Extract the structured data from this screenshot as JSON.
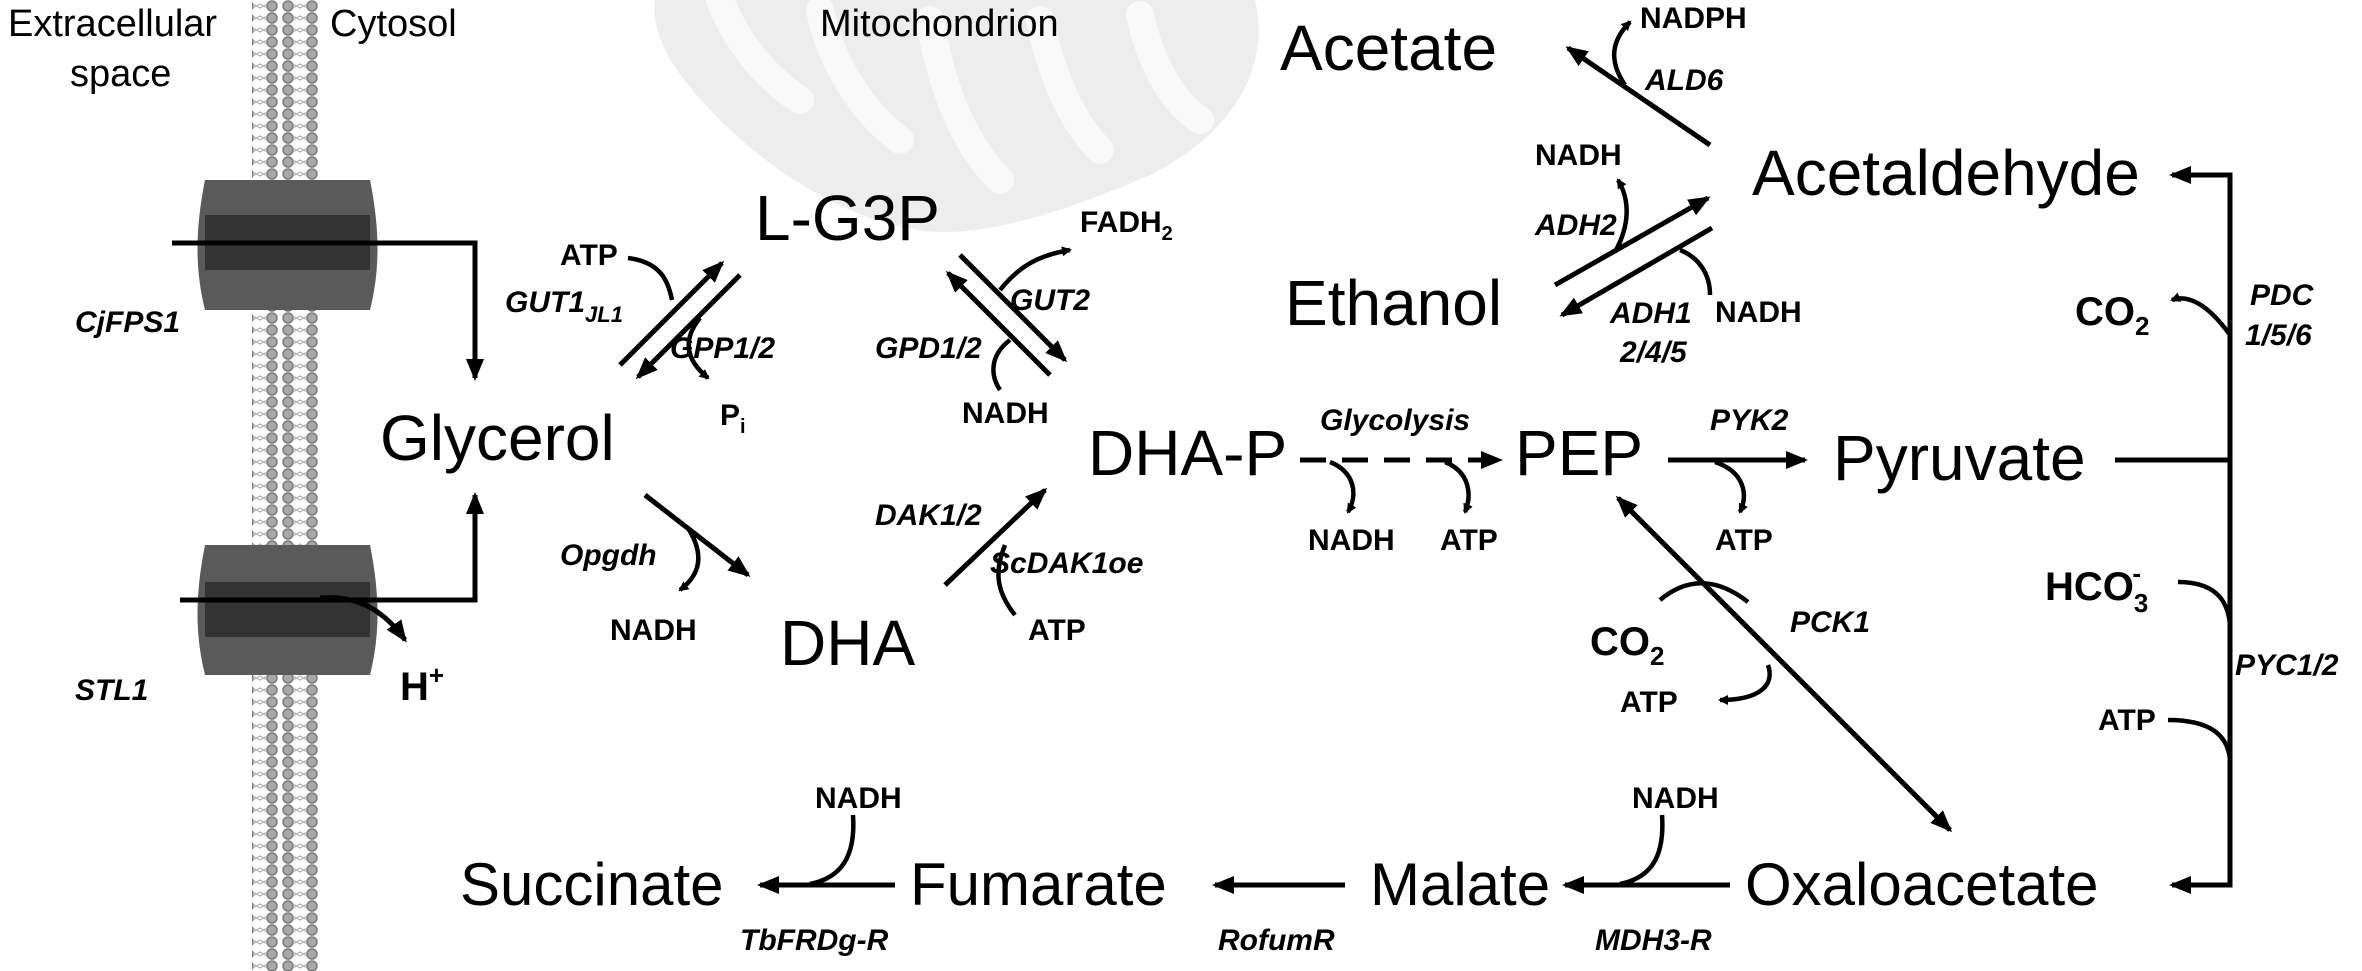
{
  "regions": {
    "extracellular_line1": "Extracellular",
    "extracellular_line2": "space",
    "cytosol": "Cytosol",
    "mitochondrion": "Mitochondrion"
  },
  "metabolites": {
    "acetate": "Acetate",
    "acetaldehyde": "Acetaldehyde",
    "ethanol": "Ethanol",
    "l_g3p": "L-G3P",
    "glycerol": "Glycerol",
    "dha_p": "DHA-P",
    "pep": "PEP",
    "pyruvate": "Pyruvate",
    "dha": "DHA",
    "succinate": "Succinate",
    "fumarate": "Fumarate",
    "malate": "Malate",
    "oxaloacetate": "Oxaloacetate"
  },
  "cofactors": {
    "nadph": "NADPH",
    "nadh_adh2": "NADH",
    "nadh_adh1": "NADH",
    "fadh": "FADH",
    "fadh_sub": "2",
    "atp_gut1": "ATP",
    "pi": "P",
    "pi_sub": "i",
    "nadh_gpd": "NADH",
    "nadh_glycolysis": "NADH",
    "atp_glycolysis": "ATP",
    "atp_pyk2": "ATP",
    "nadh_opgdh": "NADH",
    "atp_dak": "ATP",
    "co2_pck": "CO",
    "co2_pck_sub": "2",
    "atp_pck": "ATP",
    "co2_pdc": "CO",
    "co2_pdc_sub": "2",
    "hco3": "HCO",
    "hco3_sub": "3",
    "hco3_sup": "-",
    "atp_pyc": "ATP",
    "nadh_mdh": "NADH",
    "nadh_frd": "NADH",
    "h_plus": "H",
    "h_plus_sup": "+"
  },
  "enzymes": {
    "ald6": "ALD6",
    "adh2": "ADH2",
    "adh1_line1": "ADH1",
    "adh1_line2": "2/4/5",
    "gut1": "GUT1",
    "gut1_sub": "JL1",
    "gpp": "GPP1/2",
    "gpd": "GPD1/2",
    "gut2": "GUT2",
    "glycolysis": "Glycolysis",
    "pyk2": "PYK2",
    "pdc_line1": "PDC",
    "pdc_line2": "1/5/6",
    "cjfps1": "CjFPS1",
    "stl1": "STL1",
    "opgdh": "Opgdh",
    "dak": "DAK1/2",
    "scdak": "ScDAK1oe",
    "pck1": "PCK1",
    "pyc": "PYC1/2",
    "mdh3": "MDH3-R",
    "rofum": "RofumR",
    "tbfrd": "TbFRDg-R"
  }
}
